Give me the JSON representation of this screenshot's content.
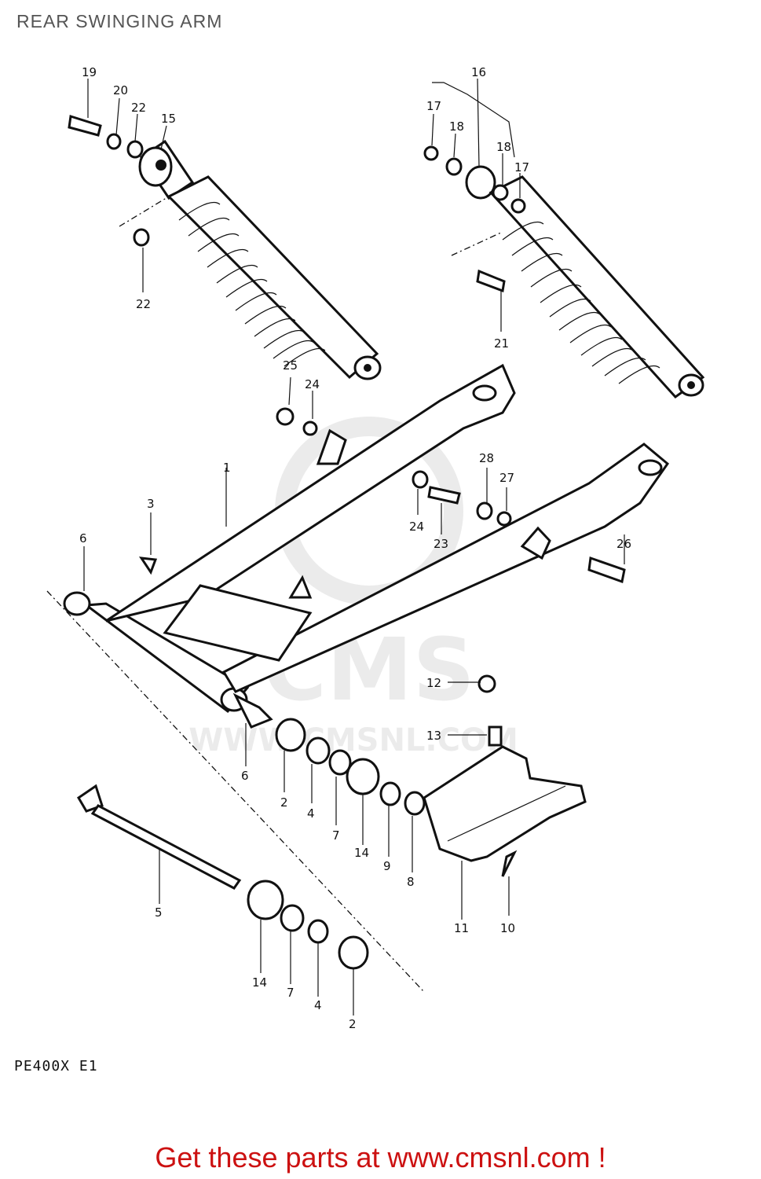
{
  "title": "REAR SWINGING ARM",
  "model_code": "PE400X E1",
  "promo_text": "Get these parts at www.cmsnl.com !",
  "watermark": {
    "text_main": "CMS",
    "text_url": "WWW.CMSNL.COM"
  },
  "callouts": [
    {
      "id": "c19",
      "label": "19"
    },
    {
      "id": "c20",
      "label": "20"
    },
    {
      "id": "c22a",
      "label": "22"
    },
    {
      "id": "c15",
      "label": "15"
    },
    {
      "id": "c22b",
      "label": "22"
    },
    {
      "id": "c16",
      "label": "16"
    },
    {
      "id": "c17a",
      "label": "17"
    },
    {
      "id": "c18a",
      "label": "18"
    },
    {
      "id": "c18b",
      "label": "18"
    },
    {
      "id": "c17b",
      "label": "17"
    },
    {
      "id": "c21",
      "label": "21"
    },
    {
      "id": "c25",
      "label": "25"
    },
    {
      "id": "c24a",
      "label": "24"
    },
    {
      "id": "c1",
      "label": "1"
    },
    {
      "id": "c3",
      "label": "3"
    },
    {
      "id": "c6a",
      "label": "6"
    },
    {
      "id": "c28",
      "label": "28"
    },
    {
      "id": "c27",
      "label": "27"
    },
    {
      "id": "c24b",
      "label": "24"
    },
    {
      "id": "c23",
      "label": "23"
    },
    {
      "id": "c26",
      "label": "26"
    },
    {
      "id": "c12",
      "label": "12"
    },
    {
      "id": "c13",
      "label": "13"
    },
    {
      "id": "c6b",
      "label": "6"
    },
    {
      "id": "c2a",
      "label": "2"
    },
    {
      "id": "c4a",
      "label": "4"
    },
    {
      "id": "c7a",
      "label": "7"
    },
    {
      "id": "c14a",
      "label": "14"
    },
    {
      "id": "c9",
      "label": "9"
    },
    {
      "id": "c8",
      "label": "8"
    },
    {
      "id": "c11",
      "label": "11"
    },
    {
      "id": "c10",
      "label": "10"
    },
    {
      "id": "c5",
      "label": "5"
    },
    {
      "id": "c14b",
      "label": "14"
    },
    {
      "id": "c7b",
      "label": "7"
    },
    {
      "id": "c4b",
      "label": "4"
    },
    {
      "id": "c2b",
      "label": "2"
    }
  ]
}
